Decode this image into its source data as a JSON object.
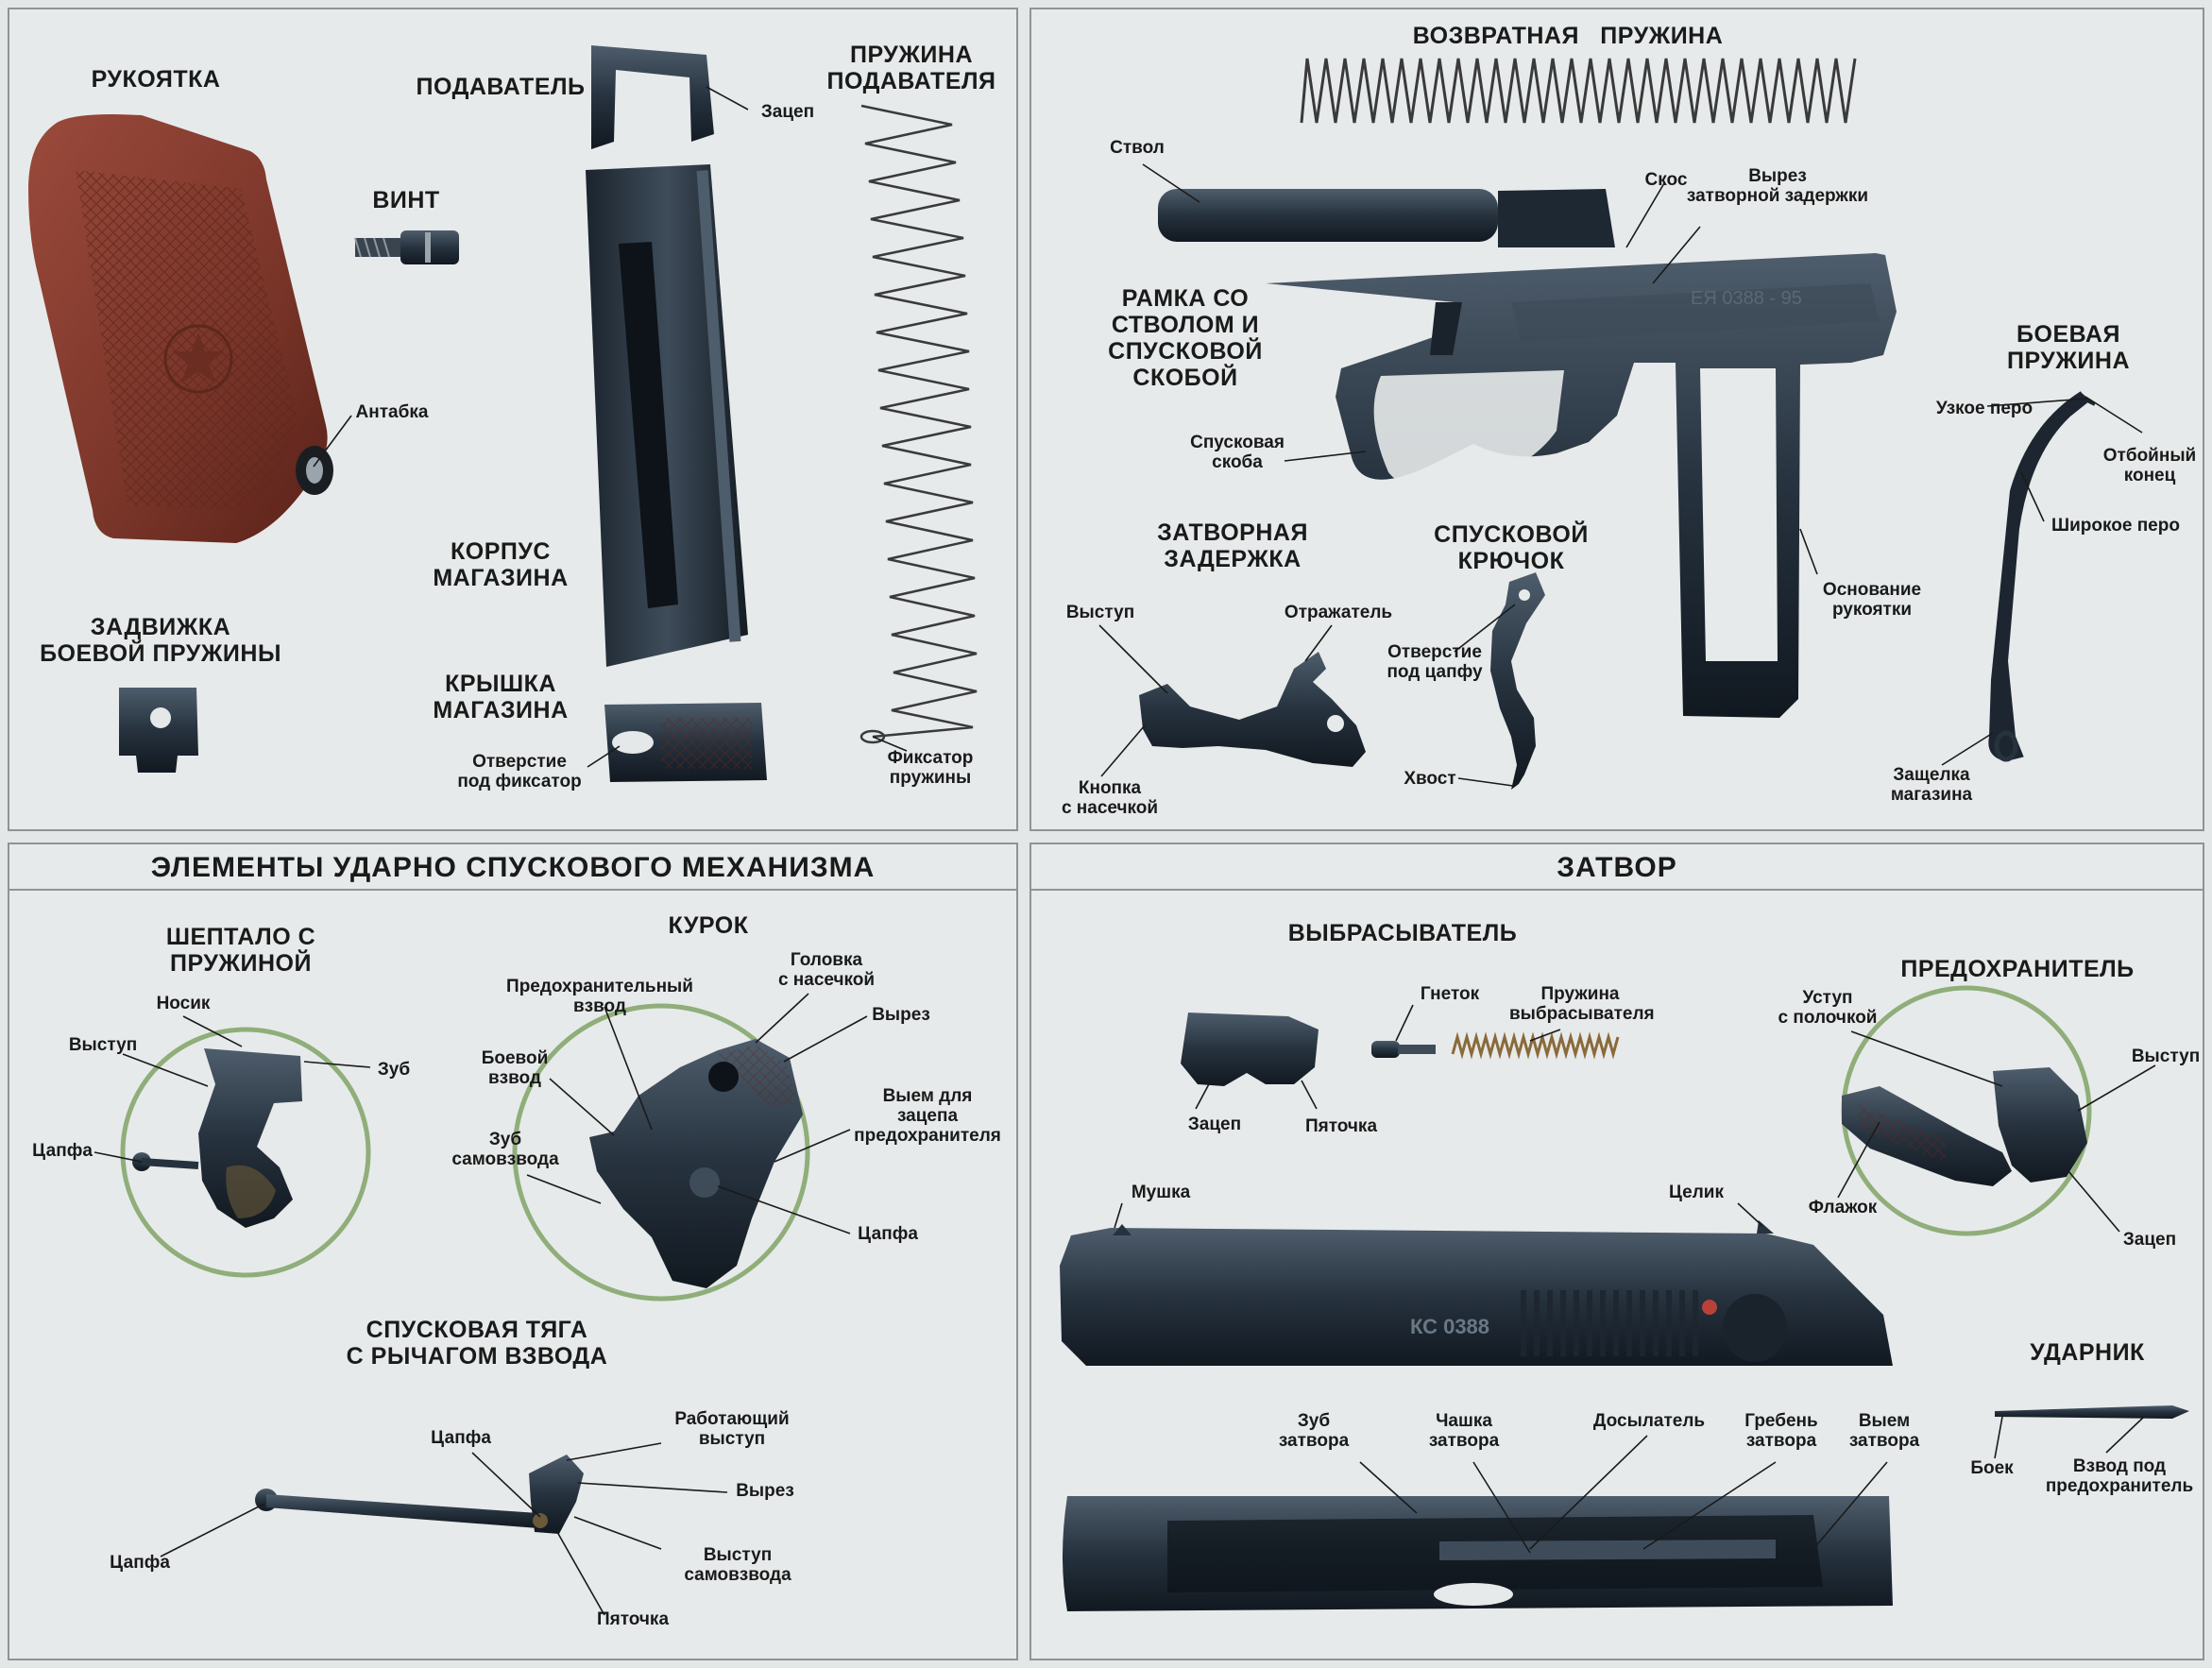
{
  "titles": {
    "handle": "РУКОЯТКА",
    "feeder": "ПОДАВАТЕЛЬ",
    "feeder_spring": "ПРУЖИНА\nПОДАВАТЕЛЯ",
    "screw": "ВИНТ",
    "mag_body": "КОРПУС\nМАГАЗИНА",
    "mag_cover": "КРЫШКА\nМАГАЗИНА",
    "latch": "ЗАДВИЖКА\nБОЕВОЙ ПРУЖИНЫ",
    "return_spring": "ВОЗВРАТНАЯ   ПРУЖИНА",
    "frame": "РАМКА СО\nСТВОЛОМ И\nСПУСКОВОЙ\nСКОБОЙ",
    "mainspring": "БОЕВАЯ\nПРУЖИНА",
    "slide_stop": "ЗАТВОРНАЯ\nЗАДЕРЖКА",
    "trigger": "СПУСКОВОЙ\nКРЮЧОК",
    "sear": "ШЕПТАЛО С\nПРУЖИНОЙ",
    "hammer": "КУРОК",
    "trigger_bar": "СПУСКОВАЯ ТЯГА\nС РЫЧАГОМ ВЗВОДА",
    "extractor": "ВЫБРАСЫВАТЕЛЬ",
    "safety": "ПРЕДОХРАНИТЕЛЬ",
    "firing_pin": "УДАРНИК"
  },
  "sections": {
    "firing_mechanism": "ЭЛЕМЕНТЫ УДАРНО СПУСКОВОГО МЕХАНИЗМА",
    "slide": "ЗАТВОР"
  },
  "labels": {
    "antabka": "Антабка",
    "zacep_feeder": "Зацеп",
    "fixator_hole": "Отверстие\nпод фиксатор",
    "spring_fixator": "Фиксатор\nпружины",
    "barrel": "Ствол",
    "skos": "Скос",
    "slide_stop_cut": "Вырез\nзатворной задержки",
    "trigger_guard": "Спусковая\nскоба",
    "handle_base": "Основание\nрукоятки",
    "narrow_blade": "Узкое перо",
    "rebound_end": "Отбойный\nконец",
    "wide_blade": "Широкое перо",
    "mag_catch": "Защелка\nмагазина",
    "vystup_stop": "Выступ",
    "reflector": "Отражатель",
    "button": "Кнопка\nс насечкой",
    "pivot_hole": "Отверстие\nпод цапфу",
    "tail": "Хвост",
    "nosik": "Носик",
    "vystup_sear": "Выступ",
    "zub_sear": "Зуб",
    "capfa_sear": "Цапфа",
    "safety_notch": "Предохранительный\nвзвод",
    "head_knurl": "Головка\nс насечкой",
    "cut_hammer": "Вырез",
    "full_cock": "Боевой\nвзвод",
    "safety_recess": "Выем для\nзацепа\nпредохранителя",
    "self_cock_tooth": "Зуб\nсамовзвода",
    "capfa_hammer": "Цапфа",
    "capfa_bar_top": "Цапфа",
    "working_lug": "Работающий\nвыступ",
    "cut_bar": "Вырез",
    "self_cock_lug": "Выступ\nсамовзвода",
    "capfa_bar_left": "Цапфа",
    "heel_bar": "Пяточка",
    "extractor_hook": "Зацеп",
    "extractor_heel": "Пяточка",
    "gnetok": "Гнеток",
    "extractor_spring": "Пружина\nвыбрасывателя",
    "ledge_shelf": "Уступ\nс полочкой",
    "vystup_safety": "Выступ",
    "flag": "Флажок",
    "zacep_safety": "Зацеп",
    "front_sight": "Мушка",
    "rear_sight": "Целик",
    "serial": "КС 0388",
    "slide_tooth": "Зуб\nзатвора",
    "breech_face": "Чашка\nзатвора",
    "rammer": "Досылатель",
    "slide_ridge": "Гребень\nзатвора",
    "slide_recess": "Выем\nзатвора",
    "firing_pin_tip": "Боек",
    "pin_safety_notch": "Взвод под\nпредохранитель"
  },
  "colors": {
    "background": "#e4e7e7",
    "panel_border": "#8e9494",
    "grip": "#7a3529",
    "steel": "#26323e",
    "ring": "#8fae7a"
  }
}
